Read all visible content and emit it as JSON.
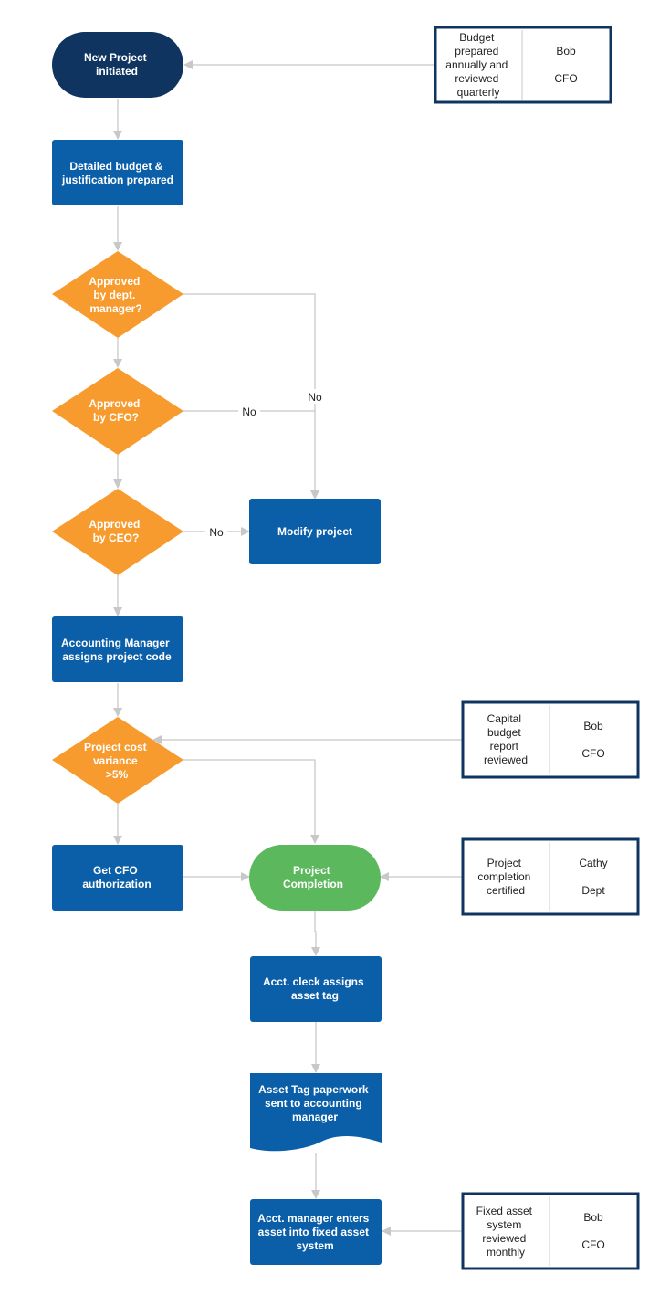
{
  "colors": {
    "dark_navy": "#0f3460",
    "blue": "#0b5ea8",
    "orange": "#f89b2f",
    "green": "#5cb85c",
    "connector": "#c8c8c8",
    "note_border": "#0f3460"
  },
  "nodes": {
    "start": {
      "lines": [
        "New Project",
        "initiated"
      ]
    },
    "budget": {
      "lines": [
        "Detailed budget &",
        "justification prepared"
      ]
    },
    "dept": {
      "lines": [
        "Approved",
        "by dept.",
        "manager?"
      ]
    },
    "cfo": {
      "lines": [
        "Approved",
        "by CFO?"
      ]
    },
    "ceo": {
      "lines": [
        "Approved",
        "by CEO?"
      ]
    },
    "modify": {
      "lines": [
        "Modify project"
      ]
    },
    "code": {
      "lines": [
        "Accounting Manager",
        "assigns project code"
      ]
    },
    "variance": {
      "lines": [
        "Project cost",
        "variance",
        ">5%"
      ]
    },
    "getcfo": {
      "lines": [
        "Get CFO",
        "authorization"
      ]
    },
    "complete": {
      "lines": [
        "Project",
        "Completion"
      ]
    },
    "tag": {
      "lines": [
        "Acct. cleck assigns",
        "asset tag"
      ]
    },
    "paperwork": {
      "lines": [
        "Asset Tag paperwork",
        "sent to accounting",
        "manager"
      ]
    },
    "enter": {
      "lines": [
        "Acct. manager enters",
        "asset into fixed asset",
        "system"
      ]
    }
  },
  "edge_labels": {
    "dept_no": "No",
    "cfo_no": "No",
    "ceo_no": "No"
  },
  "notes": [
    {
      "id": "budget_note",
      "text": [
        "Budget",
        "prepared",
        "annually and",
        "reviewed",
        "quarterly"
      ],
      "owner": "Bob",
      "role": "CFO"
    },
    {
      "id": "capital_note",
      "text": [
        "Capital",
        "budget",
        "report",
        "reviewed"
      ],
      "owner": "Bob",
      "role": "CFO"
    },
    {
      "id": "completion_note",
      "text": [
        "Project",
        "completion",
        "certified"
      ],
      "owner": "Cathy",
      "role": "Dept"
    },
    {
      "id": "fixed_note",
      "text": [
        "Fixed asset",
        "system",
        "reviewed",
        "monthly"
      ],
      "owner": "Bob",
      "role": "CFO"
    }
  ]
}
